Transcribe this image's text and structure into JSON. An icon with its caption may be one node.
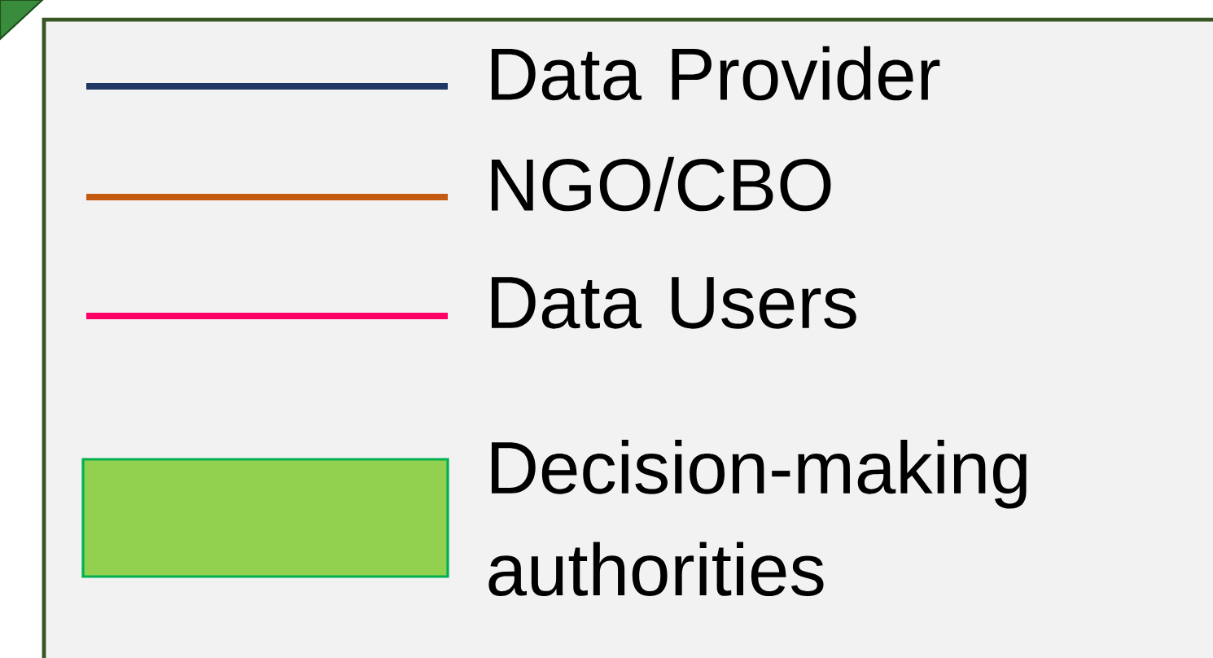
{
  "diagram": {
    "legend": [
      {
        "text": "Data Provider"
      },
      {
        "text": "NGO/CBO"
      },
      {
        "text": "Data Users"
      },
      {
        "text": "Decision-making authorities",
        "color": "#92d050"
      }
    ]
  }
}
